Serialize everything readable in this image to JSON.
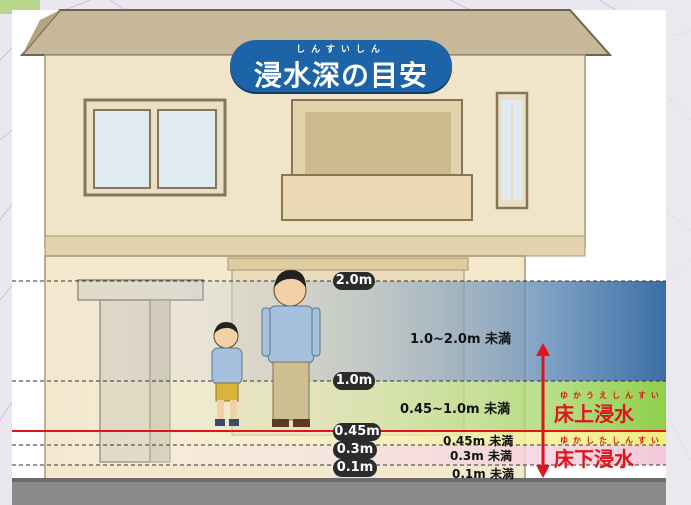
{
  "title": {
    "ruby": "しんすいしん",
    "main": "浸水深の目安"
  },
  "levels": [
    {
      "label": "2.0m"
    },
    {
      "label": "1.0m"
    },
    {
      "label": "0.45m"
    },
    {
      "label": "0.3m"
    },
    {
      "label": "0.1m"
    }
  ],
  "ranges": {
    "r1": "1.0~2.0m 未満",
    "r2": "0.45~1.0m 未満",
    "r3": "0.45m 未満",
    "r4": "0.3m 未満",
    "r5": "0.1m 未満"
  },
  "categories": {
    "above": {
      "ruby": "ゆかうえしんすい",
      "label": "床上浸水"
    },
    "below": {
      "ruby": "ゆかしたしんすい",
      "label": "床下浸水"
    }
  },
  "colors": {
    "deep_water": "#3a6ea5",
    "mid_water": "#8fcf4a",
    "yellow_band": "#f2ee7c",
    "pink_band": "#f4c9d9",
    "accent_red": "#e0141c",
    "title_blue": "#1d63a8"
  }
}
